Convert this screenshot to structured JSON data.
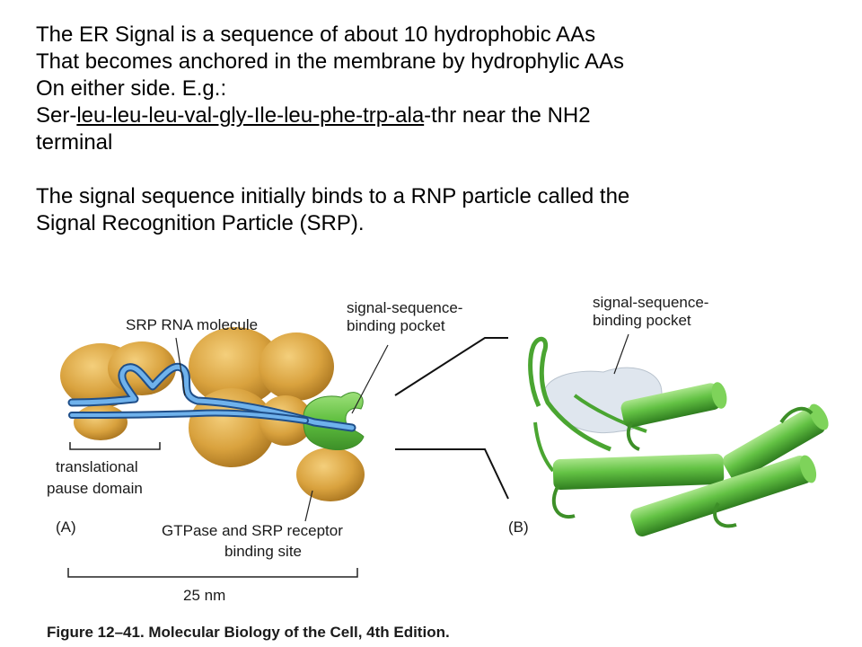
{
  "text": {
    "line1": "The ER Signal is a sequence of about 10 hydrophobic AAs",
    "line2": "That becomes anchored in the membrane by hydrophylic AAs",
    "line3": "On either side. E.g.:",
    "seq_prefix": "Ser-",
    "seq_underlined": "leu-leu-leu-val-gly-Ile-leu-phe-trp-ala",
    "seq_suffix": "-thr",
    "seq_tail": " near the NH2",
    "line5": "terminal",
    "line6": "The signal sequence initially binds to a RNP particle called the",
    "line7": "Signal Recognition Particle (SRP)."
  },
  "figure": {
    "label_srp_rna": "SRP RNA molecule",
    "label_pocket_a_1": "signal-sequence-",
    "label_pocket_a_2": "binding pocket",
    "label_pocket_b_1": "signal-sequence-",
    "label_pocket_b_2": "binding pocket",
    "label_pause_1": "translational",
    "label_pause_2": "pause domain",
    "label_gtpase_1": "GTPase and SRP receptor",
    "label_gtpase_2": "binding site",
    "panel_a": "(A)",
    "panel_b": "(B)",
    "scale": "25 nm",
    "caption": "Figure 12–41. Molecular Biology of the Cell, 4th Edition."
  },
  "colors": {
    "protein_orange": "#d9a23e",
    "rna_blue": "#4a8fd0",
    "domain_green": "#6cc24a",
    "pocket_gray": "#dfe6ee"
  }
}
